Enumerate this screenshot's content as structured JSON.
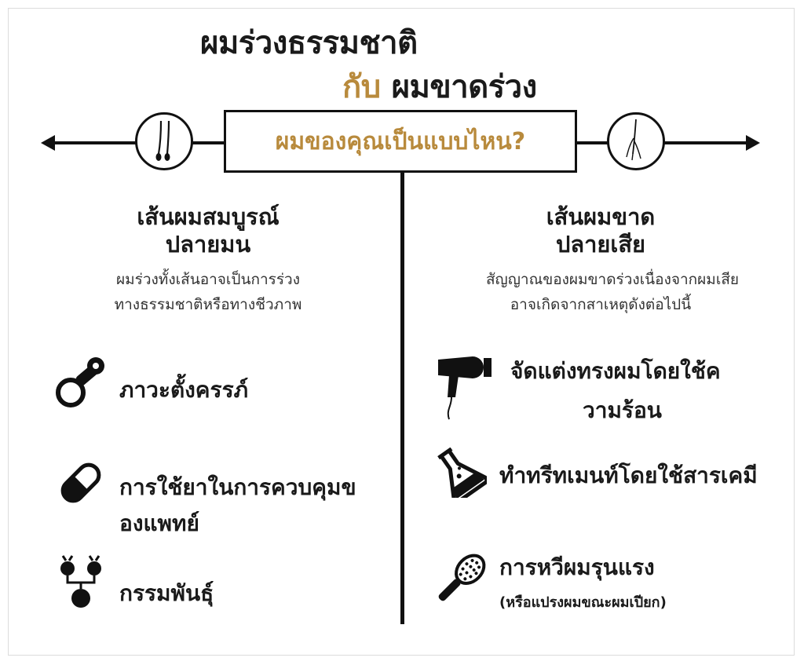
{
  "title": {
    "line1": "ผมร่วงธรรมชาติ",
    "line2_accent": "กับ",
    "line2_main": "ผมขาดร่วง"
  },
  "question": "ผมของคุณเป็นแบบไหน?",
  "left": {
    "heading1": "เส้นผมสมบูรณ์",
    "heading2": "ปลายมน",
    "desc1": "ผมร่วงทั้งเส้นอาจเป็นการร่วง",
    "desc2": "ทางธรรมชาติหรือทางชีวภาพ",
    "items": [
      {
        "icon": "pacifier-icon",
        "line1": "ภาวะตั้งครรภ์",
        "line2": ""
      },
      {
        "icon": "pill-capsule-icon",
        "line1": "การใช้ยาในการควบคุมข",
        "line2": "องแพทย์"
      },
      {
        "icon": "genetics-icon",
        "line1": "กรรมพันธุ์",
        "line2": ""
      }
    ]
  },
  "right": {
    "heading1": "เส้นผมขาด",
    "heading2": "ปลายเสีย",
    "desc1": "สัญญาณของผมขาดร่วงเนื่องจากผมเสีย",
    "desc2": "อาจเกิดจากสาเหตุดังต่อไปนี้",
    "items": [
      {
        "icon": "hair-dryer-icon",
        "line1": "จัดแต่งทรงผมโดยใช้ค",
        "line2": "วามร้อน",
        "note": ""
      },
      {
        "icon": "chemistry-flask-icon",
        "line1": "ทำทรีทเมนท์โดยใช้สารเคมี",
        "line2": "",
        "note": ""
      },
      {
        "icon": "hair-brush-icon",
        "line1": "การหวีผมรุนแรง",
        "line2": "",
        "note": "(หรือแปรงผมขณะผมเปียก)"
      }
    ]
  },
  "colors": {
    "accent": "#b88a3c",
    "ink": "#1a1a1a"
  }
}
